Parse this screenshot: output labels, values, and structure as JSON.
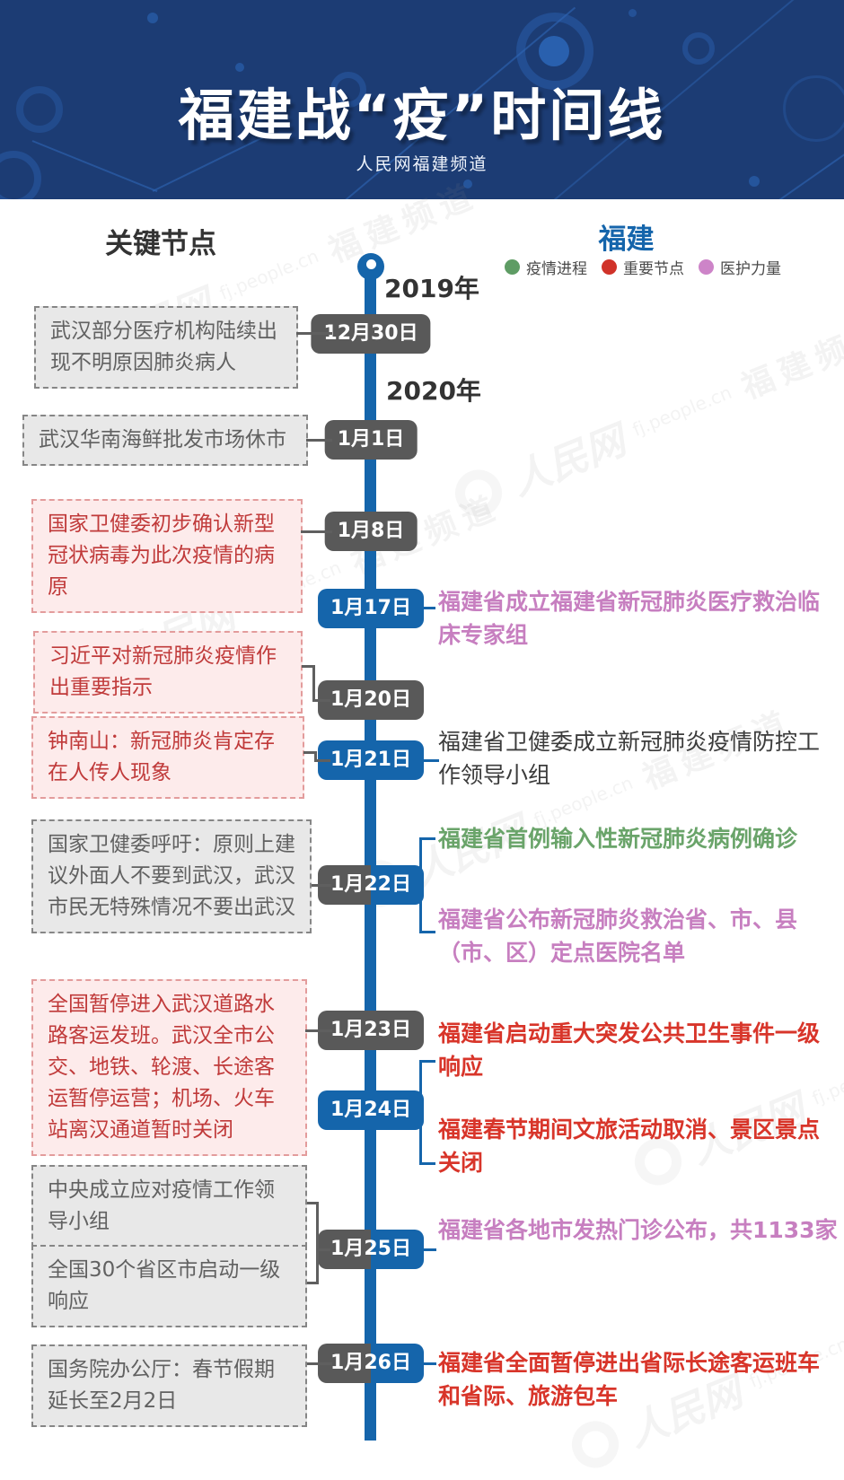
{
  "header": {
    "title": "福建战“疫”时间线",
    "subtitle": "人民网福建频道"
  },
  "columns": {
    "left": "关键节点",
    "right": "福建"
  },
  "legend": {
    "items": [
      {
        "label": "疫情进程",
        "color": "#5e9c64"
      },
      {
        "label": "重要节点",
        "color": "#d03229"
      },
      {
        "label": "医护力量",
        "color": "#cd84c8"
      }
    ]
  },
  "years": {
    "y2019": "2019年",
    "y2020": "2020年"
  },
  "watermark": {
    "name": "人民网",
    "url": "fj.people.cn",
    "channel": "福建频道"
  },
  "palette": {
    "header_navy": "#1c3c74",
    "timeline_blue": "#1565ab",
    "badge_gray": "#595959",
    "left_red_text": "#c03a3a",
    "fujian_red": "#d8352a",
    "fujian_green": "#6aa46a",
    "fujian_pink": "#c77fc0"
  },
  "events": [
    {
      "date": "12月30日",
      "badge": "gray",
      "left_notes": [
        {
          "tone": "gray",
          "text": "武汉部分医疗机构陆续出现不明原因肺炎病人"
        }
      ]
    },
    {
      "date": "1月1日",
      "badge": "gray",
      "left_notes": [
        {
          "tone": "gray",
          "text": "武汉华南海鲜批发市场休市"
        }
      ]
    },
    {
      "date": "1月8日",
      "badge": "gray",
      "left_notes": [
        {
          "tone": "red",
          "text": "国家卫健委初步确认新型冠状病毒为此次疫情的病原"
        }
      ]
    },
    {
      "date": "1月17日",
      "badge": "blue",
      "fujian_notes": [
        {
          "tone": "pink",
          "category": "医护力量",
          "text": "福建省成立福建省新冠肺炎医疗救治临床专家组"
        }
      ]
    },
    {
      "date": "1月20日",
      "badge": "gray",
      "left_notes": [
        {
          "tone": "red",
          "text": "习近平对新冠肺炎疫情作出重要指示"
        }
      ]
    },
    {
      "date": "1月21日",
      "badge": "blue",
      "left_notes": [
        {
          "tone": "red",
          "text": "钟南山：新冠肺炎肯定存在人传人现象"
        }
      ],
      "fujian_notes": [
        {
          "tone": "plain",
          "text": "福建省卫健委成立新冠肺炎疫情防控工作领导小组"
        }
      ]
    },
    {
      "date": "1月22日",
      "badge": "split",
      "left_notes": [
        {
          "tone": "gray",
          "text": "国家卫健委呼吁：原则上建议外面人不要到武汉，武汉市民无特殊情况不要出武汉"
        }
      ],
      "fujian_notes": [
        {
          "tone": "green",
          "category": "疫情进程",
          "text": "福建省首例输入性新冠肺炎病例确诊"
        },
        {
          "tone": "pink",
          "category": "医护力量",
          "text": "福建省公布新冠肺炎救治省、市、县（市、区）定点医院名单"
        }
      ]
    },
    {
      "date": "1月23日",
      "badge": "gray",
      "left_notes": [
        {
          "tone": "red",
          "text": "全国暂停进入武汉道路水路客运发班。武汉全市公交、地铁、轮渡、长途客运暂停运营；机场、火车站离汉通道暂时关闭"
        }
      ]
    },
    {
      "date": "1月24日",
      "badge": "blue",
      "fujian_notes": [
        {
          "tone": "red",
          "category": "重要节点",
          "text": "福建省启动重大突发公共卫生事件一级响应"
        },
        {
          "tone": "red",
          "category": "重要节点",
          "text": "福建春节期间文旅活动取消、景区景点关闭"
        }
      ]
    },
    {
      "date": "1月25日",
      "badge": "split",
      "left_notes": [
        {
          "tone": "gray",
          "text": "中央成立应对疫情工作领导小组"
        },
        {
          "tone": "gray",
          "text": "全国30个省区市启动一级响应"
        }
      ],
      "fujian_notes": [
        {
          "tone": "pink",
          "category": "医护力量",
          "text": "福建省各地市发热门诊公布，共1133家"
        }
      ]
    },
    {
      "date": "1月26日",
      "badge": "split",
      "left_notes": [
        {
          "tone": "gray",
          "text": "国务院办公厅：春节假期延长至2月2日"
        }
      ],
      "fujian_notes": [
        {
          "tone": "red",
          "category": "重要节点",
          "text": "福建省全面暂停进出省际长途客运班车和省际、旅游包车"
        }
      ]
    }
  ]
}
